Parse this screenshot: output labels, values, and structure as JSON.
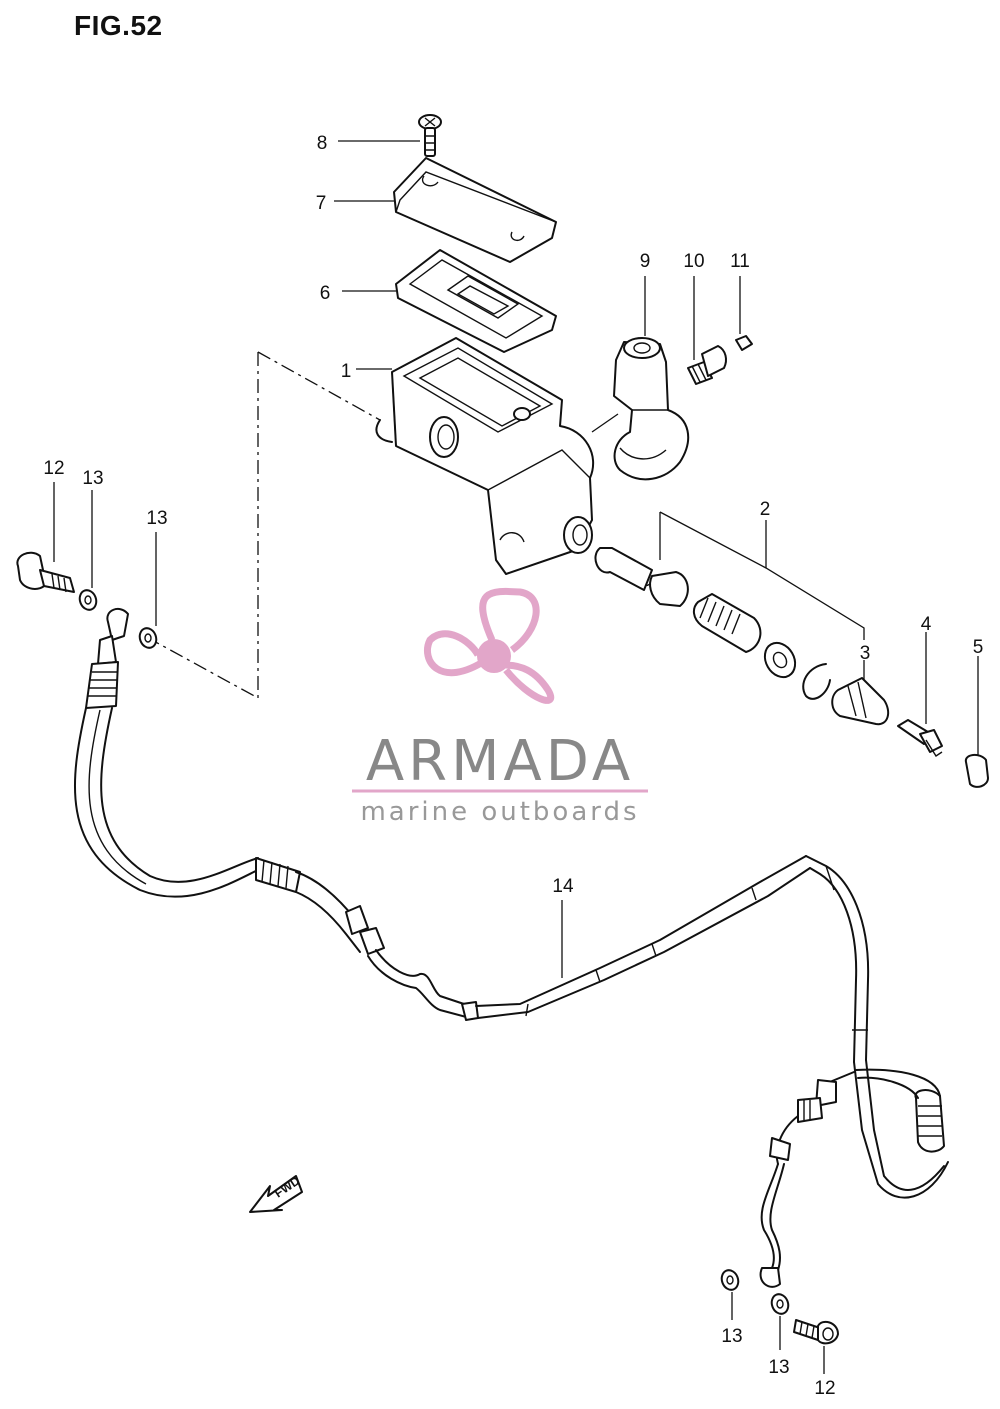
{
  "figure": {
    "title": "FIG.52"
  },
  "callouts": [
    {
      "id": "c8",
      "label": "8"
    },
    {
      "id": "c7",
      "label": "7"
    },
    {
      "id": "c6",
      "label": "6"
    },
    {
      "id": "c1",
      "label": "1"
    },
    {
      "id": "c9",
      "label": "9"
    },
    {
      "id": "c10",
      "label": "10"
    },
    {
      "id": "c11",
      "label": "11"
    },
    {
      "id": "c2",
      "label": "2"
    },
    {
      "id": "c3",
      "label": "3"
    },
    {
      "id": "c4",
      "label": "4"
    },
    {
      "id": "c5",
      "label": "5"
    },
    {
      "id": "c12a",
      "label": "12"
    },
    {
      "id": "c13a",
      "label": "13"
    },
    {
      "id": "c13b",
      "label": "13"
    },
    {
      "id": "c14",
      "label": "14"
    },
    {
      "id": "c13c",
      "label": "13"
    },
    {
      "id": "c13d",
      "label": "13"
    },
    {
      "id": "c12b",
      "label": "12"
    }
  ],
  "watermark": {
    "brand": "ARMADA",
    "tagline": "marine outboards",
    "color": "#e2a6c9",
    "text_color": "#8a8a8a"
  },
  "direction_marker": {
    "label": "FWD"
  }
}
